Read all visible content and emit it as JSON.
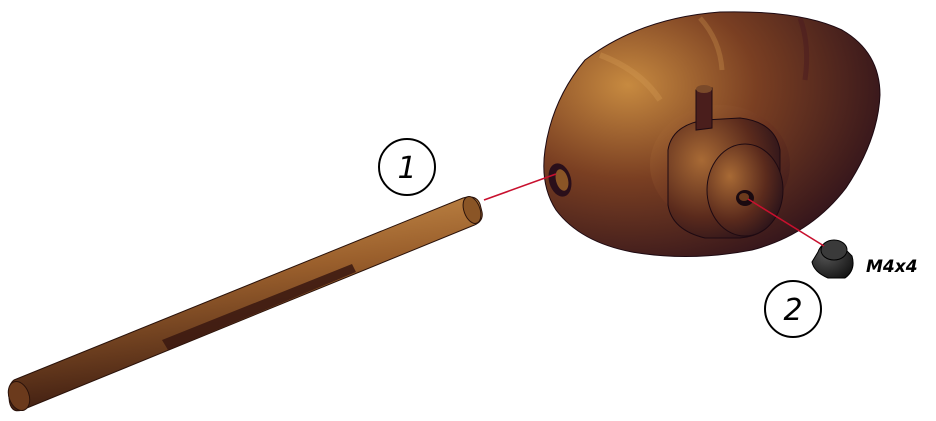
{
  "diagram": {
    "callouts": [
      {
        "id": "1",
        "label": "1"
      },
      {
        "id": "2",
        "label": "2"
      }
    ],
    "screw_size": "M4x4",
    "colors": {
      "leader_line": "#c8102e",
      "bronze_light": "#c8893e",
      "bronze_mid": "#8a5526",
      "bronze_dark": "#3d1d0e",
      "knob_shadow": "#2a0f1a",
      "screw": "#2a2a2a"
    }
  }
}
